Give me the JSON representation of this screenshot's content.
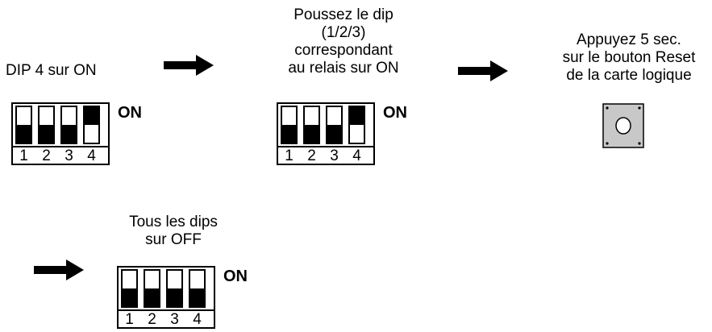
{
  "steps": [
    {
      "caption": [
        "DIP 4 sur ON"
      ],
      "switches": [
        "off",
        "off",
        "off",
        "on"
      ]
    },
    {
      "caption": [
        "Poussez le dip",
        "(1/2/3)",
        "correspondant",
        "au relais sur ON"
      ],
      "switches": [
        "off",
        "off",
        "off",
        "on"
      ]
    },
    {
      "caption": [
        "Appuyez 5 sec.",
        "sur le bouton Reset",
        "de la carte logique"
      ]
    },
    {
      "caption": [
        "Tous les dips",
        "sur OFF"
      ],
      "switches": [
        "off",
        "off",
        "off",
        "off"
      ]
    }
  ],
  "dip": {
    "on_label": "ON",
    "numbers": [
      "1",
      "2",
      "3",
      "4"
    ]
  },
  "colors": {
    "ink": "#000000",
    "button_plate": "#c8c8c8"
  },
  "icons": {
    "arrow": "right-arrow-icon",
    "reset": "reset-button-icon"
  }
}
